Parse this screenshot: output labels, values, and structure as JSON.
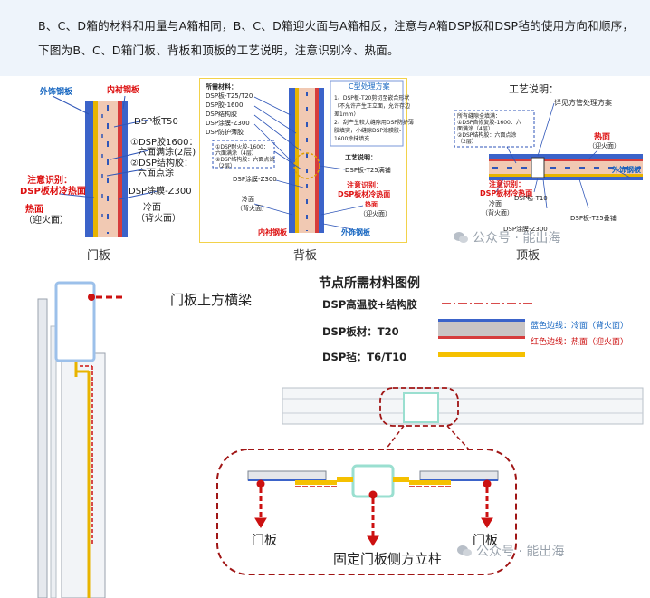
{
  "intro": {
    "line1": "B、C、D箱的材料和用量与A箱相同，B、C、D箱迎火面与A箱相反，注意与A箱DSP板和DSP毡的使用方向和顺序，",
    "line2": "下图为B、C、D箱门板、背板和顶板的工艺说明，注意识别冷、热面。"
  },
  "door_panel": {
    "outer_steel": "外饰钢板",
    "inner_steel": "内衬钢板",
    "dsp_board": "DSP板T50",
    "glue1_a": "①DSP胶1600：",
    "glue1_b": "六面满涂(2层)",
    "glue2_a": "②DSP结构胶：",
    "glue2_b": "六面点涂",
    "note_a": "注意识别：",
    "note_b": "DSP板材冷热面",
    "coating": "DSP涂膜-Z300",
    "hot_a": "热面",
    "hot_b": "（迎火面）",
    "cold_a": "冷面",
    "cold_b": "（背火面）",
    "caption": "门板"
  },
  "back_panel": {
    "materials_title": "所需材料：",
    "materials": [
      "DSP板-T25/T20",
      "DSP胶-1600",
      "DSP结构胶",
      "DSP涂膜-Z300",
      "DSP防护薄胶"
    ],
    "scheme_title": "C型处理方案",
    "scheme": [
      "1、DSP板-T20剪切至嵌合形状",
      "（不允许产生正立面，允许存边",
      "差1mm）",
      "2、刮产生较大缝隙用DSP防护薄",
      "胶填实，小缝隙DSP涂膜胶-",
      "1600涂抹填充"
    ],
    "glue_box": [
      "①DSP耐火胶-1600：",
      "六面满涂（4层）",
      "②DSP结构胶：六面点涂",
      "（2层）"
    ],
    "process_title": "工艺说明：",
    "board_t25": "DSP板-T25满铺",
    "coating": "DSP涂膜-Z300",
    "note_a": "注意识别：",
    "note_b": "DSP板材冷热面",
    "cold_a": "冷面",
    "cold_b": "（背火面）",
    "hot_a": "热面",
    "hot_b": "（迎火面）",
    "inner_steel": "内衬钢板",
    "outer_steel": "外饰钢板",
    "caption": "背板"
  },
  "top_panel": {
    "title": "工艺说明：",
    "pipe_note": "详见方管处理方案",
    "glue_box": [
      "所有缝隙全填满：",
      "①DSP自修复胶-1600：六",
      "面满涂（4层）",
      "②DSP结构胶：六面点涂",
      "（2层）"
    ],
    "hot_a": "热面",
    "hot_b": "（迎火面）",
    "outer_steel": "外饰钢板",
    "note_a": "注意识别：",
    "note_b": "DSP板材冷热面",
    "cold_a": "冷面",
    "cold_b": "（背火面）",
    "felt": "DSP毡-T10",
    "coating": "DSP涂膜-Z300",
    "board": "DSP板-T25叠铺",
    "caption": "顶板"
  },
  "watermark": "公众号 · 能出海",
  "node": {
    "beam_label": "门板上方横梁",
    "legend_title": "节点所需材料图例",
    "legend_glue": "DSP高温胶+结构胶",
    "legend_board": "DSP板材：T20",
    "legend_felt": "DSP毡：T6/T10",
    "blue_note": "蓝色边线：冷面（背火面）",
    "red_note": "红色边线：热面（迎火面）",
    "door_left": "门板",
    "door_right": "门板",
    "post": "固定门板侧方立柱"
  },
  "colors": {
    "red": "#cc1111",
    "blue": "#1565c0",
    "yellow": "#f5c000",
    "intro_bg": "#eef4fb"
  }
}
